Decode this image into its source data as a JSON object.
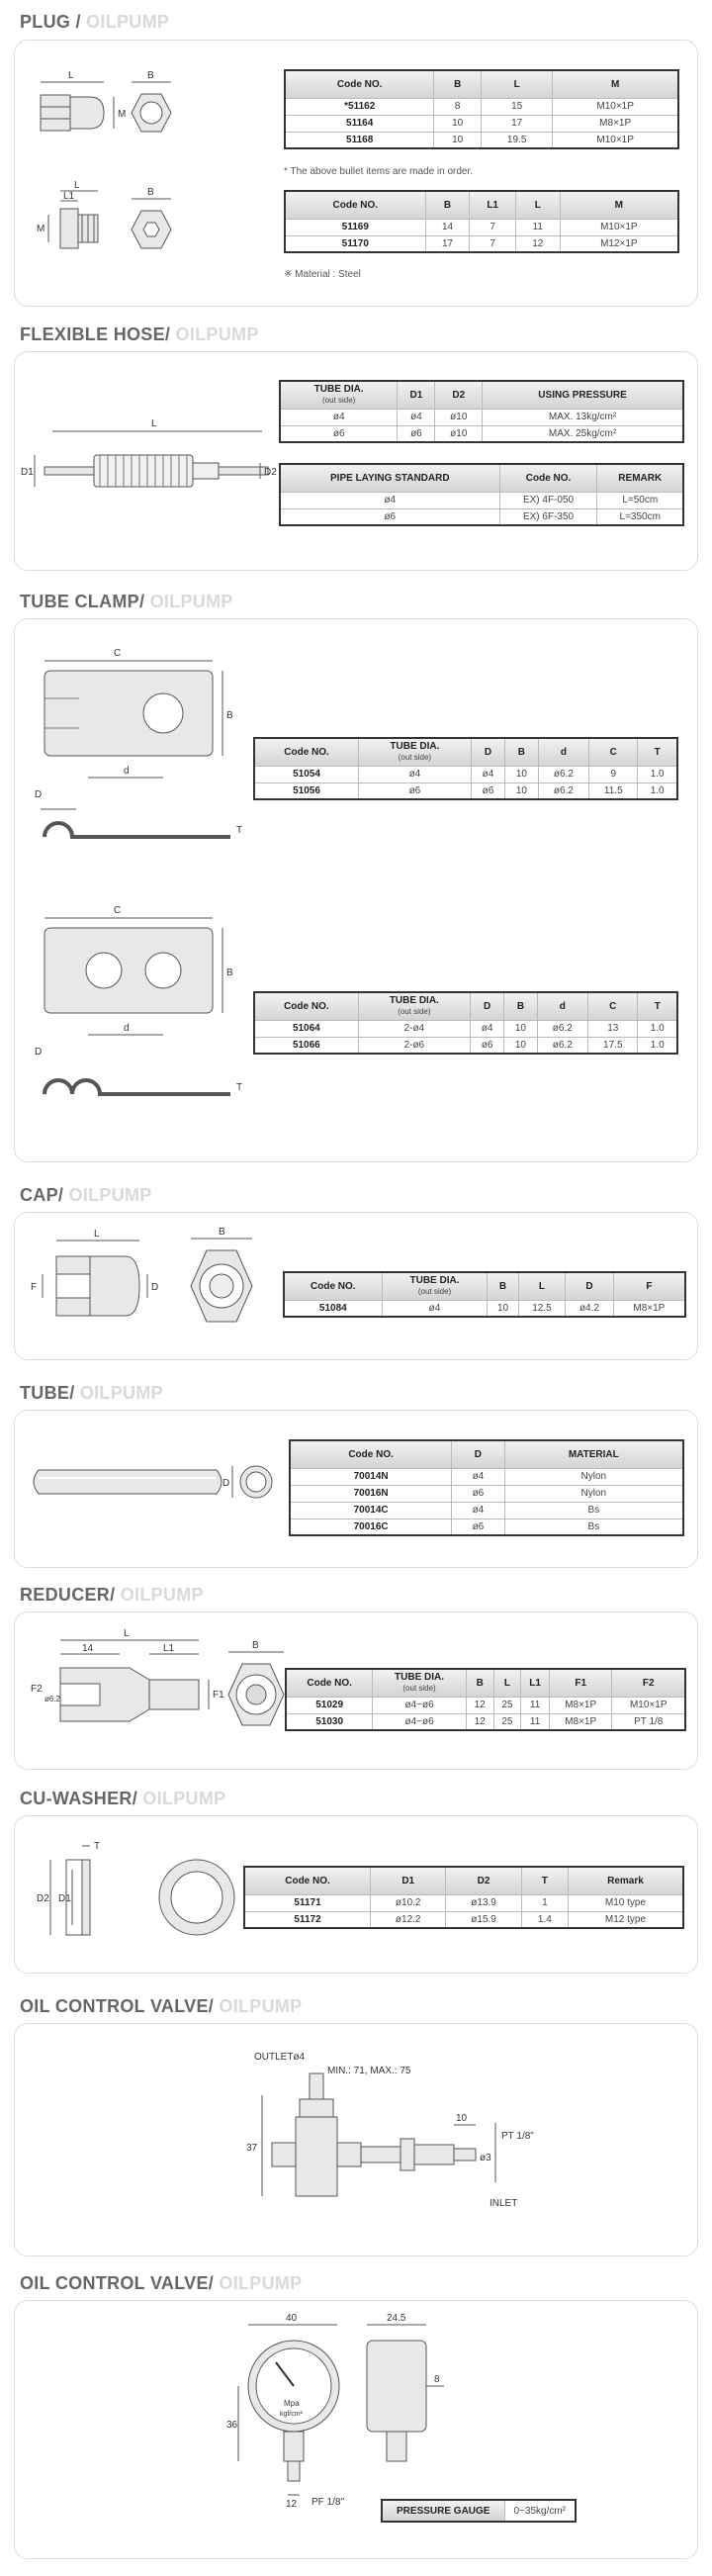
{
  "sections": {
    "plug": {
      "title": "PLUG / ",
      "sub": "OILPUMP"
    },
    "hose": {
      "title": "FLEXIBLE HOSE/ ",
      "sub": "OILPUMP"
    },
    "clamp": {
      "title": "TUBE CLAMP/ ",
      "sub": "OILPUMP"
    },
    "cap": {
      "title": "CAP/ ",
      "sub": "OILPUMP"
    },
    "tube": {
      "title": "TUBE/ ",
      "sub": "OILPUMP"
    },
    "reducer": {
      "title": "REDUCER/ ",
      "sub": "OILPUMP"
    },
    "washer": {
      "title": "CU-WASHER/ ",
      "sub": "OILPUMP"
    },
    "valve": {
      "title": "OIL CONTROL VALVE/ ",
      "sub": "OILPUMP"
    },
    "gauge": {
      "title": "OIL CONTROL VALVE/ ",
      "sub": "OILPUMP"
    }
  },
  "plug": {
    "table1": {
      "headers": [
        "Code NO.",
        "B",
        "L",
        "M"
      ],
      "rows": [
        [
          "*51162",
          "8",
          "15",
          "M10×1P"
        ],
        [
          "51164",
          "10",
          "17",
          "M8×1P"
        ],
        [
          "51168",
          "10",
          "19.5",
          "M10×1P"
        ]
      ]
    },
    "note1": "* The above bullet items are made in order.",
    "table2": {
      "headers": [
        "Code NO.",
        "B",
        "L1",
        "L",
        "M"
      ],
      "rows": [
        [
          "51169",
          "14",
          "7",
          "11",
          "M10×1P"
        ],
        [
          "51170",
          "17",
          "7",
          "12",
          "M12×1P"
        ]
      ]
    },
    "note2": "※ Material : Steel",
    "labels": {
      "L": "L",
      "B": "B",
      "M": "M",
      "L1": "L1"
    }
  },
  "hose": {
    "table1": {
      "headers": [
        "TUBE DIA.",
        "D1",
        "D2",
        "USING PRESSURE"
      ],
      "sub": "(out side)",
      "rows": [
        [
          "ø4",
          "ø4",
          "ø10",
          "MAX. 13kg/cm²"
        ],
        [
          "ø6",
          "ø6",
          "ø10",
          "MAX. 25kg/cm²"
        ]
      ]
    },
    "table2": {
      "headers": [
        "PIPE LAYING STANDARD",
        "Code NO.",
        "REMARK"
      ],
      "rows": [
        [
          "ø4",
          "EX) 4F-050",
          "L=50cm"
        ],
        [
          "ø6",
          "EX) 6F-350",
          "L=350cm"
        ]
      ]
    },
    "labels": {
      "L": "L",
      "D1": "D1",
      "D2": "D2"
    }
  },
  "clamp": {
    "table1": {
      "headers": [
        "Code NO.",
        "TUBE DIA.",
        "D",
        "B",
        "d",
        "C",
        "T"
      ],
      "sub": "(out side)",
      "rows": [
        [
          "51054",
          "ø4",
          "ø4",
          "10",
          "ø6.2",
          "9",
          "1.0"
        ],
        [
          "51056",
          "ø6",
          "ø6",
          "10",
          "ø6.2",
          "11.5",
          "1.0"
        ]
      ]
    },
    "table2": {
      "headers": [
        "Code NO.",
        "TUBE DIA.",
        "D",
        "B",
        "d",
        "C",
        "T"
      ],
      "sub": "(out side)",
      "rows": [
        [
          "51064",
          "2-ø4",
          "ø4",
          "10",
          "ø6.2",
          "13",
          "1.0"
        ],
        [
          "51066",
          "2-ø6",
          "ø6",
          "10",
          "ø6.2",
          "17.5",
          "1.0"
        ]
      ]
    },
    "labels": {
      "C": "C",
      "B": "B",
      "d": "d",
      "D": "D",
      "T": "T"
    }
  },
  "cap": {
    "table": {
      "headers": [
        "Code NO.",
        "TUBE DIA.",
        "B",
        "L",
        "D",
        "F"
      ],
      "sub": "(out side)",
      "rows": [
        [
          "51084",
          "ø4",
          "10",
          "12.5",
          "ø4.2",
          "M8×1P"
        ]
      ]
    },
    "labels": {
      "L": "L",
      "B": "B",
      "F": "F",
      "D": "D"
    }
  },
  "tube": {
    "table": {
      "headers": [
        "Code NO.",
        "D",
        "MATERIAL"
      ],
      "rows": [
        [
          "70014N",
          "ø4",
          "Nylon"
        ],
        [
          "70016N",
          "ø6",
          "Nylon"
        ],
        [
          "70014C",
          "ø4",
          "Bs"
        ],
        [
          "70016C",
          "ø6",
          "Bs"
        ]
      ]
    },
    "labels": {
      "D": "D"
    }
  },
  "reducer": {
    "table": {
      "headers": [
        "Code NO.",
        "TUBE DIA.",
        "B",
        "L",
        "L1",
        "F1",
        "F2"
      ],
      "sub": "(out side)",
      "rows": [
        [
          "51029",
          "ø4~ø6",
          "12",
          "25",
          "11",
          "M8×1P",
          "M10×1P"
        ],
        [
          "51030",
          "ø4~ø6",
          "12",
          "25",
          "11",
          "M8×1P",
          "PT 1/8"
        ]
      ]
    },
    "labels": {
      "L": "L",
      "14": "14",
      "L1": "L1",
      "F2": "F2",
      "d": "ø6.2",
      "F1": "F1",
      "B": "B"
    }
  },
  "washer": {
    "table": {
      "headers": [
        "Code NO.",
        "D1",
        "D2",
        "T",
        "Remark"
      ],
      "rows": [
        [
          "51171",
          "ø10.2",
          "ø13.9",
          "1",
          "M10 type"
        ],
        [
          "51172",
          "ø12.2",
          "ø15.9",
          "1.4",
          "M12 type"
        ]
      ]
    },
    "labels": {
      "T": "T",
      "D2": "D2",
      "D1": "D1"
    }
  },
  "valve": {
    "labels": {
      "outlet": "OUTLETø4",
      "minmax": "MIN.: 71, MAX.: 75",
      "dim37": "37",
      "dim10": "10",
      "pt": "PT 1/8\"",
      "phi3": "ø3",
      "inlet": "INLET"
    }
  },
  "gauge": {
    "labels": {
      "w40": "40",
      "w245": "24.5",
      "h36": "36",
      "d8": "8",
      "d12": "12",
      "pf": "PF 1/8\"",
      "mpa": "Mpa",
      "kgf": "kgf/cm²"
    },
    "table": {
      "label": "PRESSURE GAUGE",
      "value": "0~35kg/cm²"
    }
  }
}
